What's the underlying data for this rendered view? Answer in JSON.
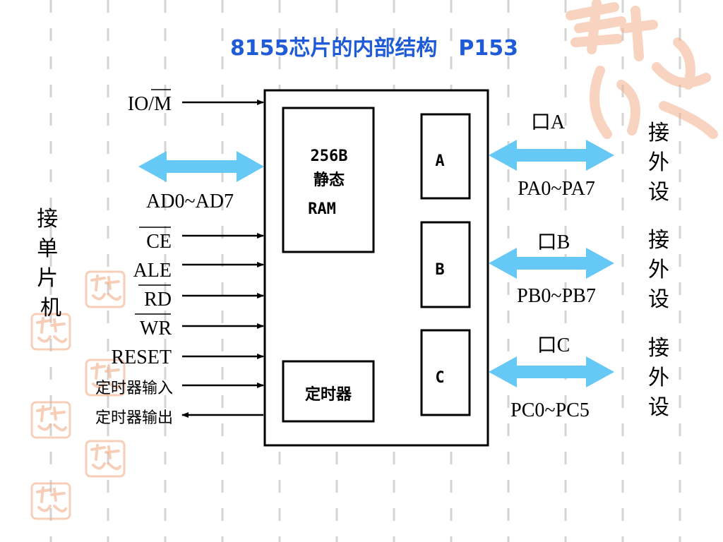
{
  "title": "8155芯片的内部结构　P153",
  "left_side": {
    "label": "接单片机",
    "pins": {
      "io_m_prefix": "IO/",
      "io_m_bar": "M",
      "ad_bus": "AD0~AD7",
      "ce": "CE",
      "ale": "ALE",
      "rd": "RD",
      "wr": "WR",
      "reset": "RESET",
      "timer_in": "定时器输入",
      "timer_out": "定时器输出"
    }
  },
  "chip": {
    "ram_line1": "256B",
    "ram_line2": "静态",
    "ram_line3": "RAM",
    "timer": "定时器",
    "port_a": "A",
    "port_b": "B",
    "port_c": "C"
  },
  "right_side": {
    "ports": [
      {
        "name": "口A",
        "pins": "PA0~PA7",
        "label": "接外设"
      },
      {
        "name": "口B",
        "pins": "PB0~PB7",
        "label": "接外设"
      },
      {
        "name": "口C",
        "pins": "PC0~PC5",
        "label": "接外设"
      }
    ]
  },
  "colors": {
    "title": "#1f5bd6",
    "bus_arrow": "#66c8f5",
    "line": "#000000",
    "dash": "#d4d4d4",
    "watermark": "#f2b08c"
  }
}
